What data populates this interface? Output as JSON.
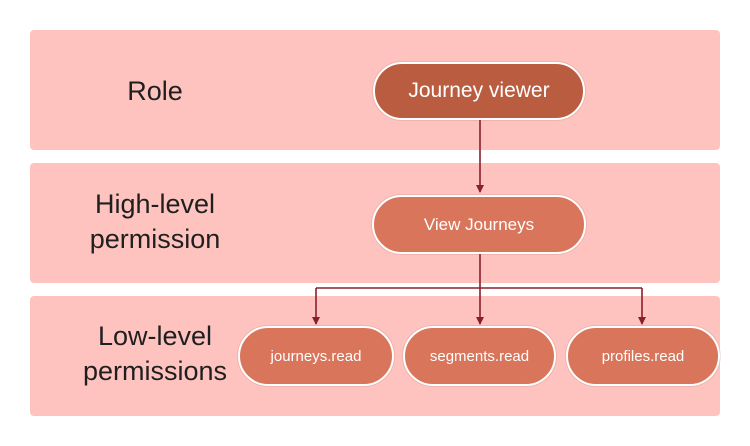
{
  "colors": {
    "band_fill": "#fec3bf",
    "role_node_fill": "#b95c3f",
    "node_fill": "#d9755a",
    "connector": "#8b1e2c"
  },
  "bands": [
    {
      "name": "role",
      "label_lines": [
        "Role"
      ]
    },
    {
      "name": "high-level-permission",
      "label_lines": [
        "High-level",
        "permission"
      ]
    },
    {
      "name": "low-level-permissions",
      "label_lines": [
        "Low-level",
        "permissions"
      ]
    }
  ],
  "nodes": {
    "role": "Journey viewer",
    "high_level": "View Journeys",
    "low_level": [
      "journeys.read",
      "segments.read",
      "profiles.read"
    ]
  }
}
